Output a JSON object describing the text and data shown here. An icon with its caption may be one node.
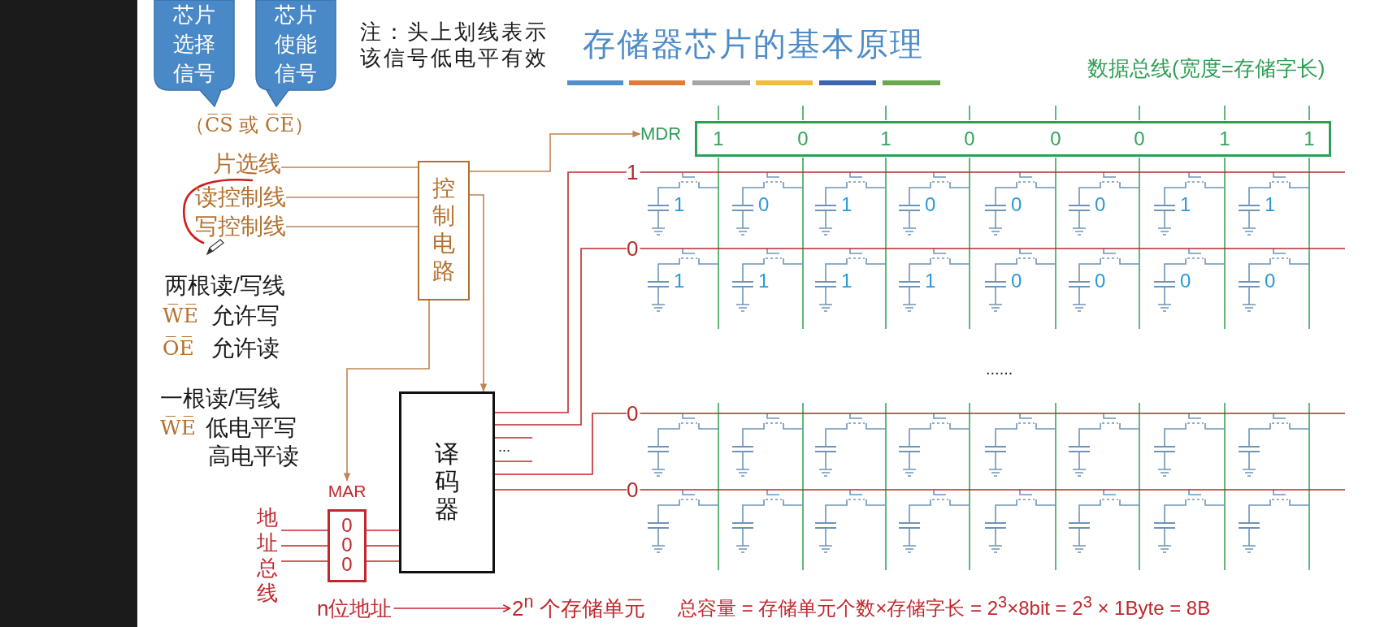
{
  "diagram": {
    "title": "存储器芯片的基本原理",
    "nodes": [
      {
        "text": [
          "芯片选择信号"
        ]
      },
      {
        "text": [
          "芯片使能信号"
        ]
      },
      {
        "text": [
          "片选线"
        ]
      },
      {
        "text": [
          "读控制线"
        ]
      },
      {
        "text": [
          "写控制线"
        ]
      },
      {
        "text": [
          "控制电路"
        ]
      },
      {
        "text": [
          "MDR"
        ]
      },
      {
        "text": [
          "1",
          "0",
          "1",
          "0",
          "0",
          "0",
          "1",
          "1"
        ]
      },
      {
        "text": [
          "译码器"
        ]
      },
      {
        "text": [
          "MAR",
          "0",
          "0",
          "0"
        ]
      },
      {
        "text": [
          "地址总线"
        ]
      },
      {
        "text": [
          "1"
        ]
      },
      {
        "text": [
          "0"
        ]
      },
      {
        "text": [
          "0"
        ]
      },
      {
        "text": [
          "0"
        ]
      },
      {
        "text": [
          "n位地址"
        ]
      },
      {
        "text": [
          "2$^{n}$ 个存储单元"
        ]
      }
    ],
    "edges": [
      {
        "from": 2,
        "to": 5,
        "arrow": "none",
        "color": "#bf8450"
      },
      {
        "from": 3,
        "to": 5,
        "arrow": "none",
        "color": "#bf8450"
      },
      {
        "from": 4,
        "to": 5,
        "arrow": "none",
        "color": "#bf8450"
      },
      {
        "from": 5,
        "to": 6,
        "arrow": "to",
        "color": "#bf8450"
      },
      {
        "from": 5,
        "to": 8,
        "arrow": "to",
        "color": "#bf8450"
      },
      {
        "from": 5,
        "to": 9,
        "arrow": "to",
        "color": "#bf8450"
      },
      {
        "from": 10,
        "to": 9,
        "arrow": "none"
      },
      {
        "from": 10,
        "to": 9,
        "arrow": "none"
      },
      {
        "from": 10,
        "to": 9,
        "arrow": "none"
      },
      {
        "from": 9,
        "to": 8,
        "arrow": "none"
      },
      {
        "from": 9,
        "to": 8,
        "arrow": "none"
      },
      {
        "from": 9,
        "to": 8,
        "arrow": "none"
      },
      {
        "from": 8,
        "to": 11,
        "arrow": "none"
      },
      {
        "from": 8,
        "to": 12,
        "arrow": "none"
      },
      {
        "from": 8,
        "to": null,
        "arrow": "none"
      },
      {
        "from": 8,
        "to": null,
        "arrow": "none"
      },
      {
        "from": 8,
        "to": 13,
        "arrow": "none"
      },
      {
        "from": 8,
        "to": 14,
        "arrow": "none"
      },
      {
        "from": 15,
        "to": 16,
        "arrow": "to"
      }
    ],
    "labels": [
      "注：头上划线表示该信号低电平有效",
      "（C̅S̅ 或 C̅E̅）",
      "数据总线(宽度=存储字长)",
      "1",
      "0",
      "1",
      "0",
      "0",
      "0",
      "1",
      "1",
      "1",
      "1",
      "1",
      "1",
      "0",
      "0",
      "0",
      "0",
      "两根读/写线",
      "W̅E̅",
      "允许写",
      "O̅E̅",
      "允许读",
      "......",
      "一根读/写线",
      "W̅E̅",
      "低电平写",
      "高电平读",
      "...",
      "总容量 = 存储单元个数×存储字长 = 2$^{3}$×8bit = 2$^{3}$ × 1Byte = 8B"
    ]
  }
}
